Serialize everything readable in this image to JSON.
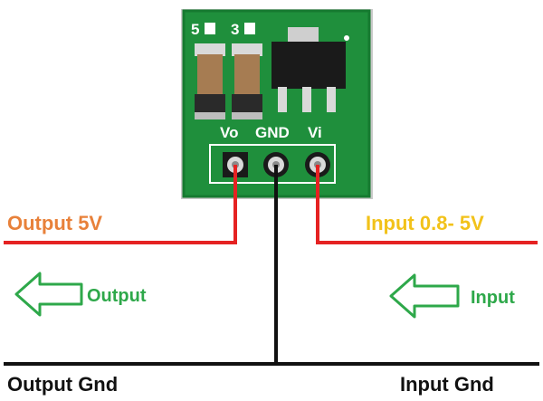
{
  "board": {
    "silk_5": "5",
    "silk_3": "3",
    "pin_labels": {
      "vo": "Vo",
      "gnd": "GND",
      "vi": "Vi"
    }
  },
  "labels": {
    "output_voltage": "Output 5V",
    "input_voltage": "Input 0.8- 5V",
    "output_arrow": "Output",
    "input_arrow": "Input",
    "output_gnd": "Output Gnd",
    "input_gnd": "Input Gnd"
  },
  "colors": {
    "pcb": "#1f8f3c",
    "pcb_dark": "#167a30",
    "wire_red": "#e52222",
    "wire_black": "#111111",
    "output_text": "#e8813a",
    "input_text": "#f2c21a",
    "arrow_green": "#2ea84a",
    "gnd_text": "#111111"
  }
}
